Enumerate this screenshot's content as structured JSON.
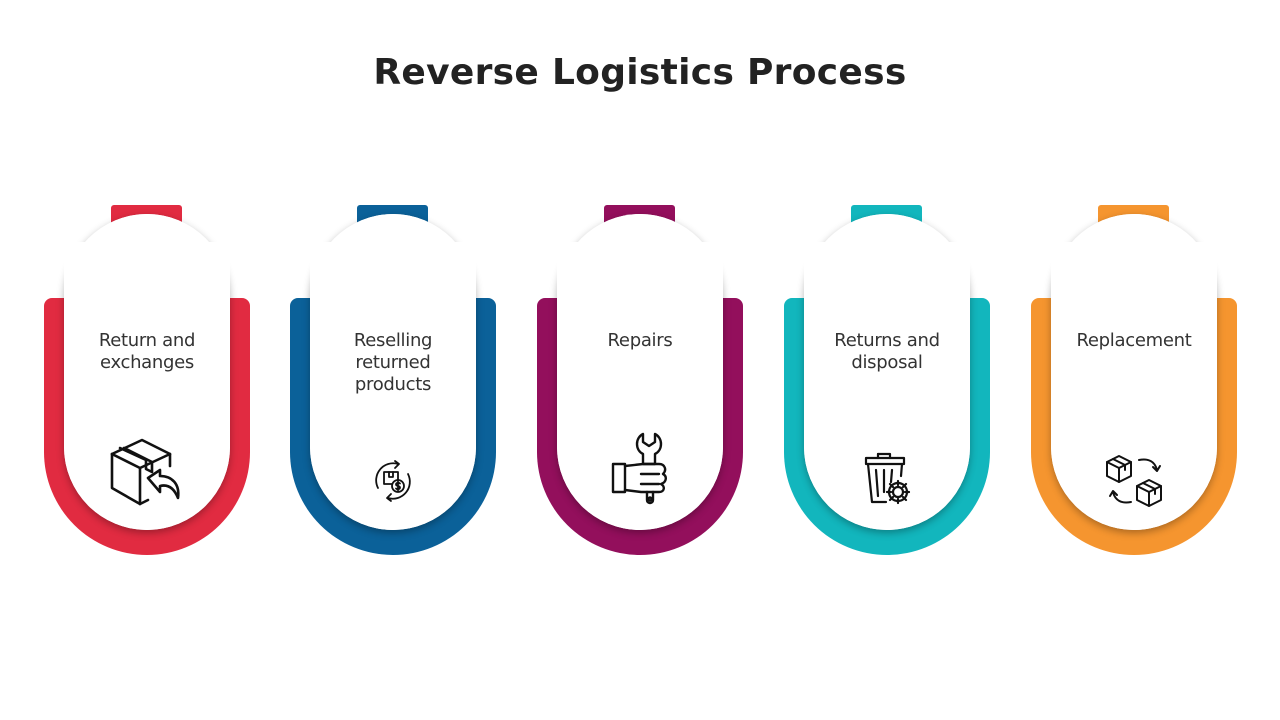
{
  "title": "Reverse Logistics Process",
  "steps": [
    {
      "label": "Return and\nexchanges",
      "color": "#E12B41",
      "icon": "box-return-icon"
    },
    {
      "label": "Reselling\nreturned\nproducts",
      "color": "#0B6199",
      "icon": "cycle-dollar-icon"
    },
    {
      "label": "Repairs",
      "color": "#930F5C",
      "icon": "hand-wrench-icon"
    },
    {
      "label": "Returns and\ndisposal",
      "color": "#12B6BD",
      "icon": "trash-gear-icon"
    },
    {
      "label": "Replacement",
      "color": "#F5952F",
      "icon": "boxes-swap-icon"
    }
  ]
}
